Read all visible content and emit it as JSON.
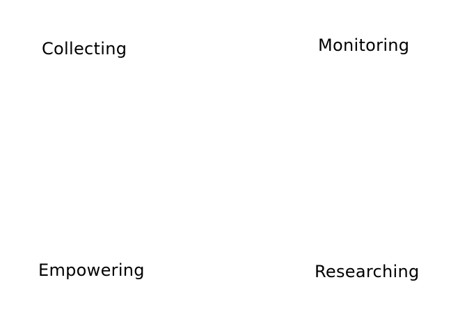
{
  "labels": {
    "top_left": "Collecting",
    "top_right": "Monitoring",
    "bottom_left": "Empowering",
    "bottom_right": "Researching"
  },
  "colors": {
    "background": "#ffffff",
    "text": "#000000"
  }
}
